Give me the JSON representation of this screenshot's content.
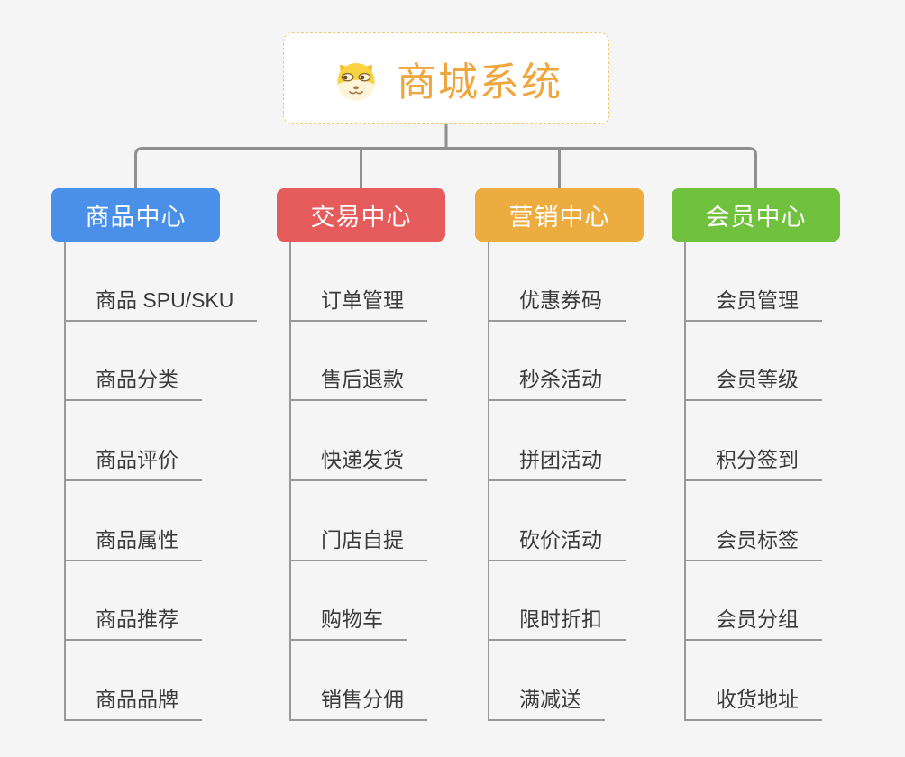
{
  "root": {
    "title": "商城系统",
    "icon": "doge-icon"
  },
  "branches": [
    {
      "label": "商品中心",
      "color": "#4a90e8",
      "items": [
        "商品 SPU/SKU",
        "商品分类",
        "商品评价",
        "商品属性",
        "商品推荐",
        "商品品牌"
      ]
    },
    {
      "label": "交易中心",
      "color": "#e65b5b",
      "items": [
        "订单管理",
        "售后退款",
        "快递发货",
        "门店自提",
        "购物车",
        "销售分佣"
      ]
    },
    {
      "label": "营销中心",
      "color": "#edac40",
      "items": [
        "优惠券码",
        "秒杀活动",
        "拼团活动",
        "砍价活动",
        "限时折扣",
        "满减送"
      ]
    },
    {
      "label": "会员中心",
      "color": "#6fc13e",
      "items": [
        "会员管理",
        "会员等级",
        "积分签到",
        "会员标签",
        "会员分组",
        "收货地址"
      ]
    }
  ],
  "colors": {
    "background": "#f5f5f5",
    "connector": "#8f8f8f",
    "root_border": "#f0c873",
    "root_text": "#f0a63e",
    "item_text": "#3b3b3b",
    "item_line": "#999999"
  }
}
